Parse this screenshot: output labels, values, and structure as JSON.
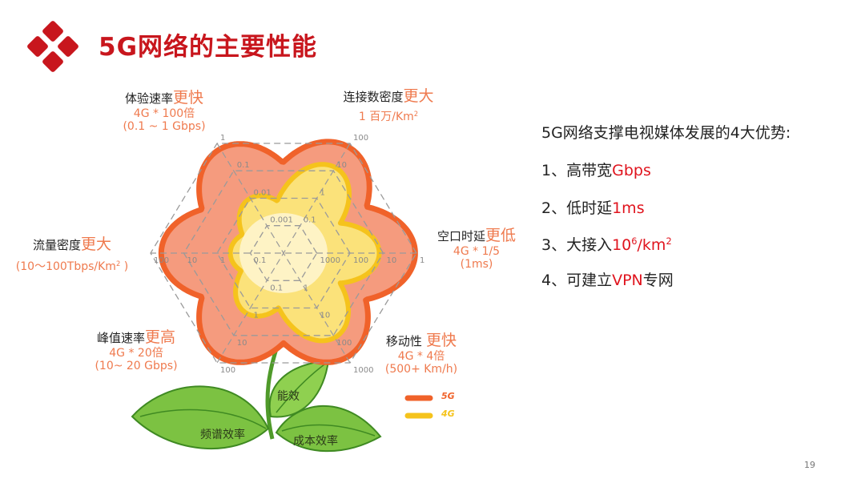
{
  "title": "5G网络的主要性能",
  "logo_icon": "red-diamond-logo-icon",
  "metrics": [
    {
      "name": "体验速率",
      "highlight": "更快",
      "lines": [
        "4G * 100倍",
        "(0.1 ~ 1 Gbps)"
      ]
    },
    {
      "name": "连接数密度",
      "highlight": "更大",
      "line1": "1 百万/Km",
      "line1_sup": "2"
    },
    {
      "name": "流量密度",
      "highlight": "更大",
      "line1": "(10～100Tbps/Km",
      "line1_sup": "2",
      "line1_end": " )"
    },
    {
      "name": "空口时延",
      "highlight": "更低",
      "lines": [
        "4G * 1/5",
        "(1ms)"
      ]
    },
    {
      "name": "峰值速率",
      "highlight": "更高",
      "lines": [
        "4G * 20倍",
        "(10~ 20 Gbps)"
      ]
    },
    {
      "name": "移动性",
      "highlight": "更快",
      "lines": [
        "4G * 4倍",
        "(500+ Km/h)"
      ]
    }
  ],
  "axis_ticks": {
    "right": [
      "1",
      "10",
      "100",
      "1000"
    ],
    "top_right": [
      "100",
      "10",
      "1",
      "0.1"
    ],
    "top_left": [
      "1",
      "0.1",
      "0.01",
      "0.001"
    ],
    "left": [
      "100",
      "10",
      "1",
      "0.1"
    ],
    "bottom_left": [
      "100",
      "10",
      "1",
      "0.1"
    ],
    "bottom_right": [
      "1000",
      "100",
      "10",
      "1"
    ]
  },
  "leaves": [
    "频谱效率",
    "能效",
    "成本效率"
  ],
  "legend": [
    {
      "label": "5G",
      "color": "#f0622a"
    },
    {
      "label": "4G",
      "color": "#f5c31c"
    }
  ],
  "right_panel": {
    "heading": "5G网络支撑电视媒体发展的4大优势:",
    "item1": {
      "prefix": "1、高带宽",
      "red": "Gbps"
    },
    "item2": {
      "prefix": "2、低时延",
      "red": "1ms"
    },
    "item3": {
      "prefix": "3、大接入",
      "red_a": "10",
      "sup_a": "6",
      "red_b": "/km",
      "sup_b": "2"
    },
    "item4": {
      "prefix": "4、可建立",
      "red": "VPN",
      "suffix": "专网"
    }
  },
  "colors": {
    "title": "#c8161d",
    "accent": "#ef7a4e",
    "highlight_red": "#e0141e"
  },
  "page_number": "19"
}
